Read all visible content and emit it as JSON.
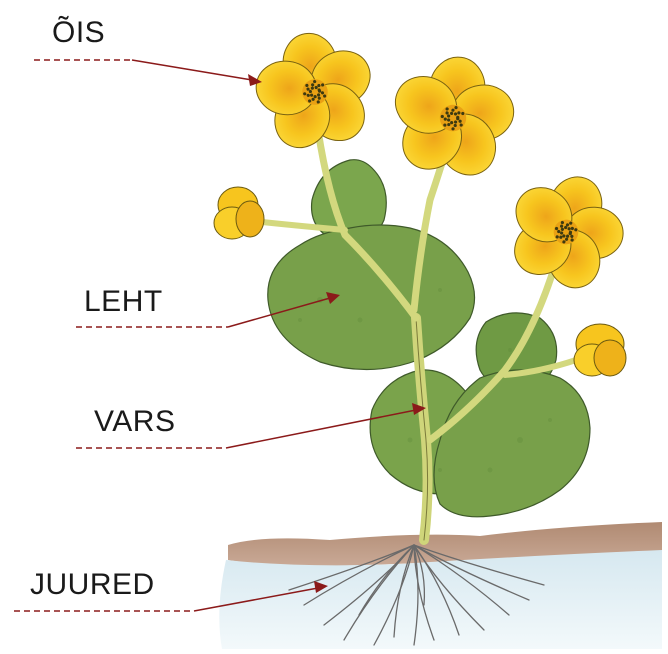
{
  "labels": {
    "flower": "ÕIS",
    "leaf": "LEHT",
    "stem": "VARS",
    "roots": "JUURED"
  },
  "colors": {
    "petal": "#f7c51e",
    "petal_shade": "#eaa412",
    "flower_center": "#3d3a10",
    "leaf": "#78a04a",
    "leaf_shade": "#5f8a3a",
    "stem": "#cfd57a",
    "root": "#6a6a6a",
    "soil": "#a9826a",
    "water": "#dfeef5",
    "leader_line": "#8b1a1a"
  }
}
